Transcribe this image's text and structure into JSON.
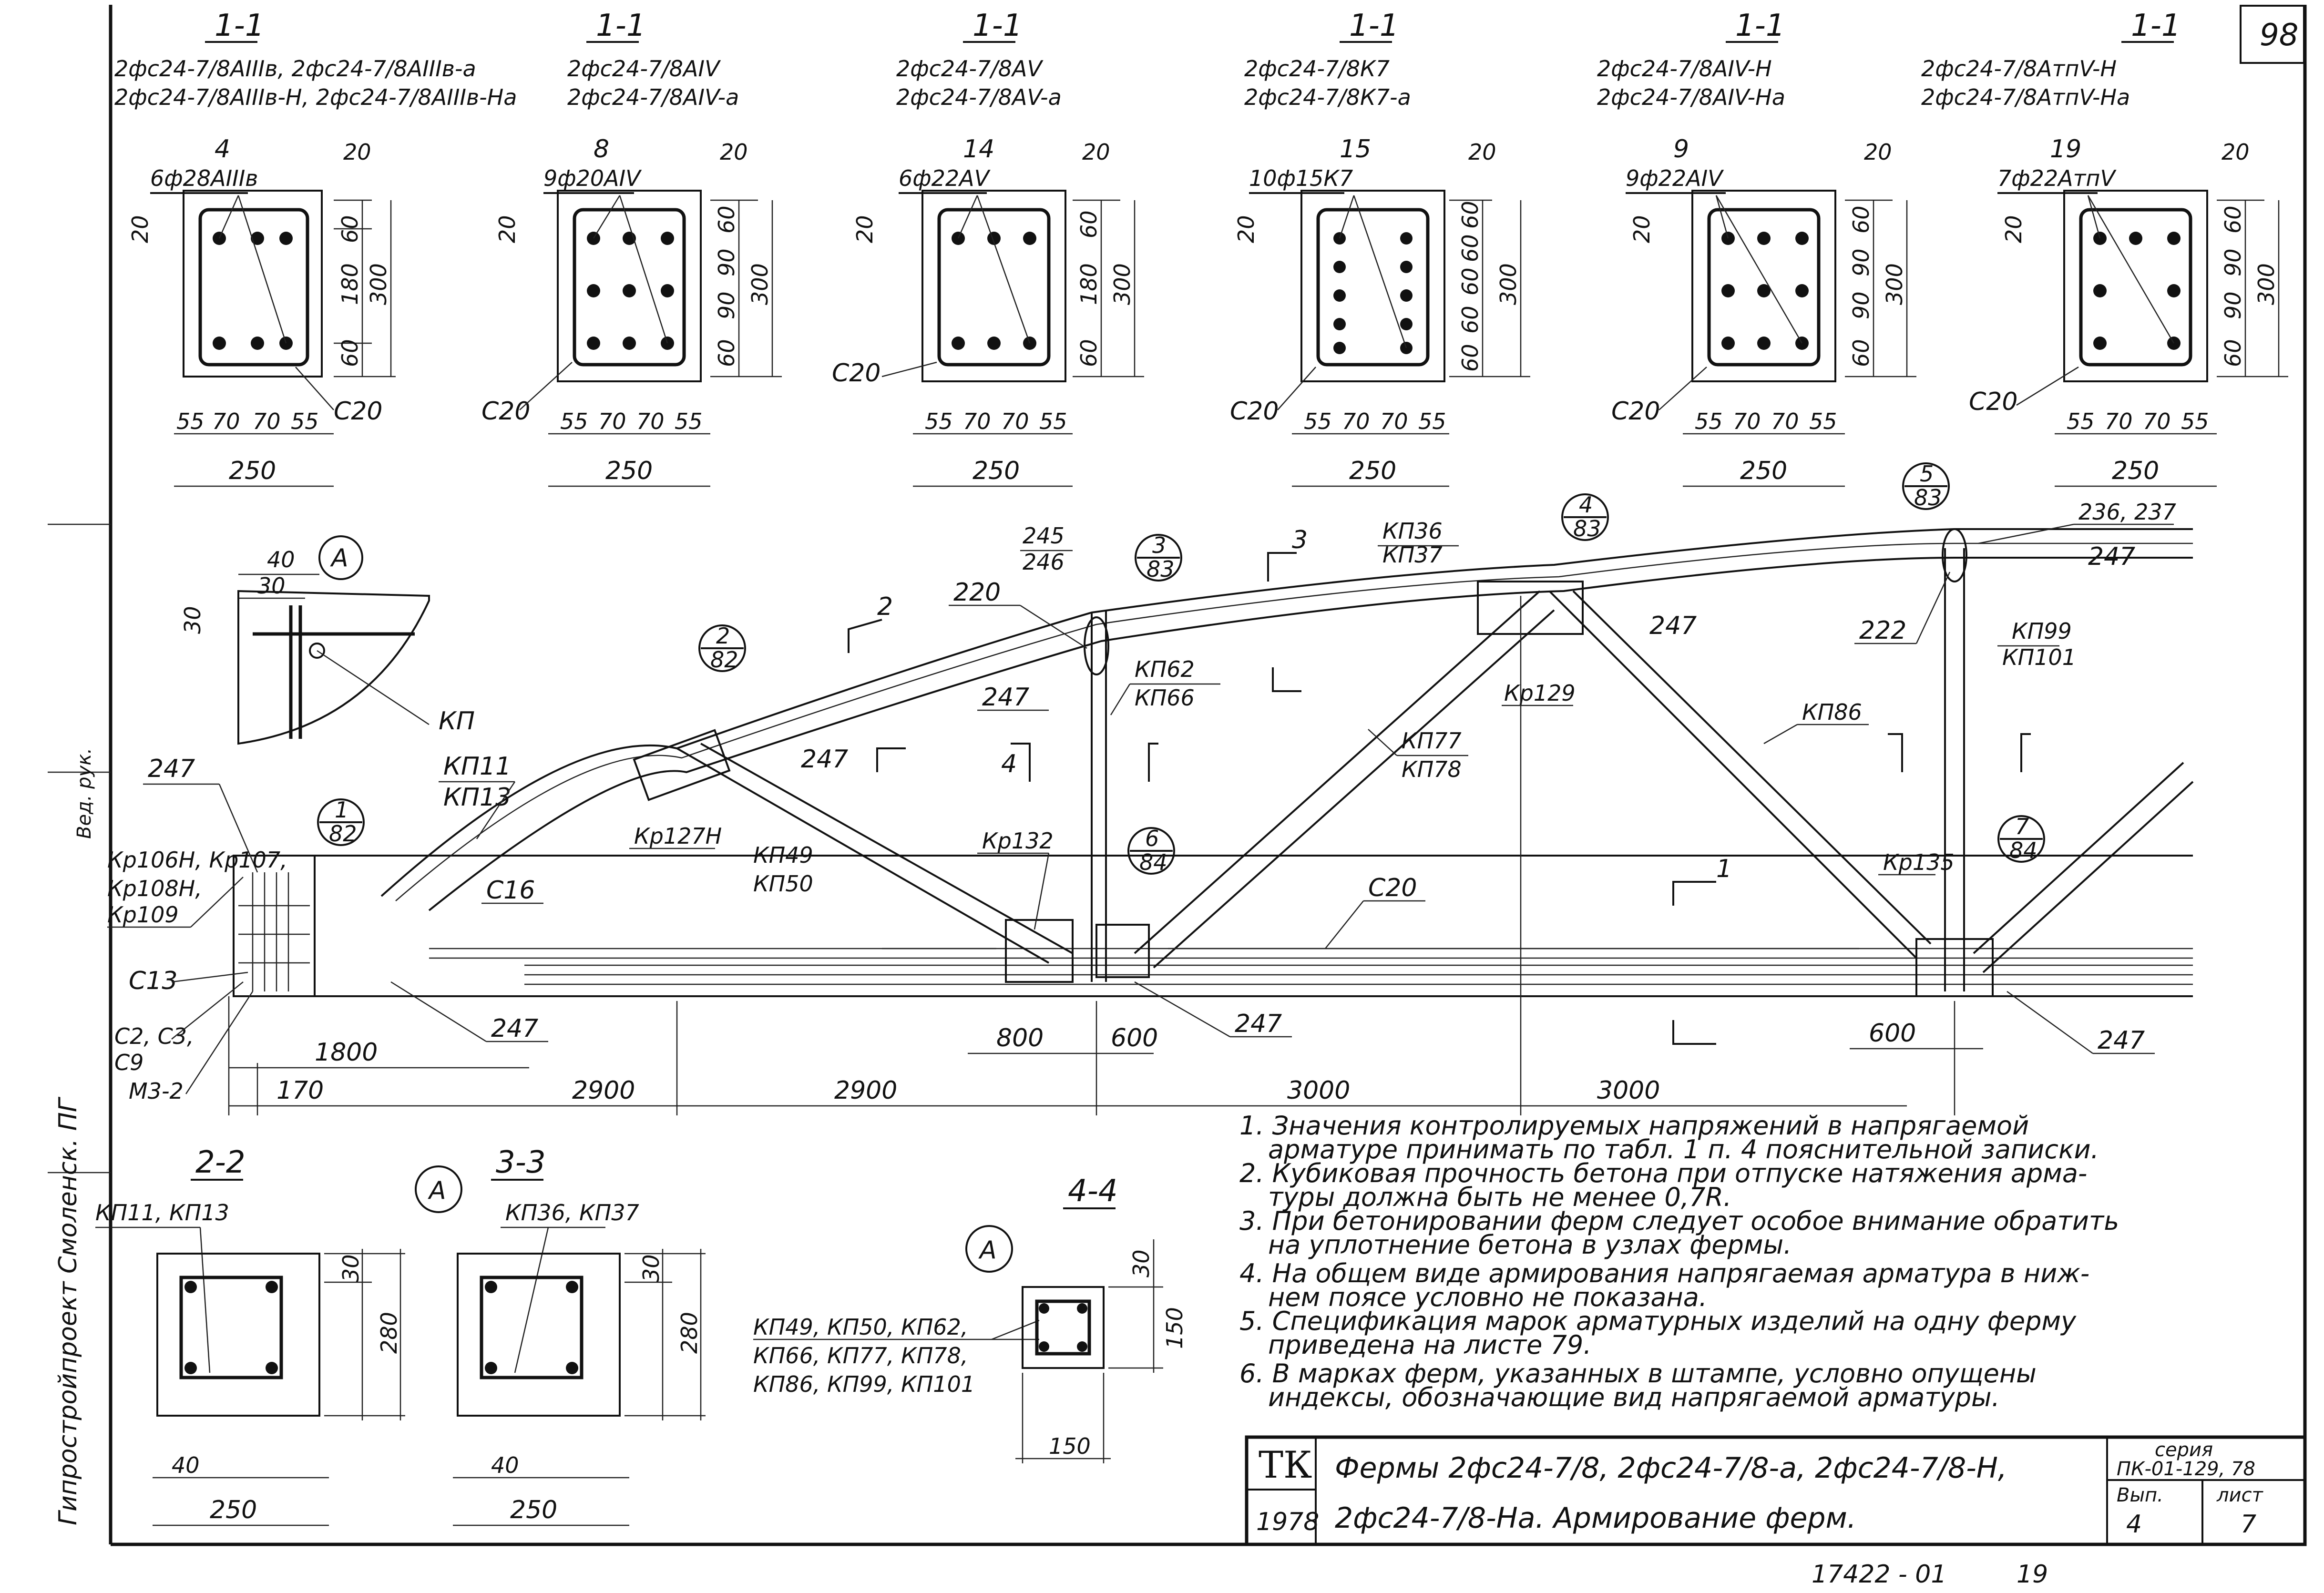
{
  "sheet": {
    "page_number": "98",
    "bottom_code": "17422 - 01",
    "bottom_page": "19",
    "side_text": "Гипростройпроект  Смоленск. ПГ",
    "side_signature": "Вед. рук."
  },
  "sections_1_1": [
    {
      "heading": "1-1",
      "marks_line1": "2фс24-7/8АIIIв, 2фс24-7/8АIIIв-а",
      "marks_line2": "2фс24-7/8АIIIв-Н, 2фс24-7/8АIIIв-На",
      "pos_no": "4",
      "bars": "6ф28АIIIв",
      "dims_vertical": [
        "60",
        "180",
        "60"
      ],
      "dim_total_v": "300",
      "dims_horizontal": [
        "55",
        "70",
        "70",
        "55"
      ],
      "width": "250",
      "cover": "20",
      "side_cover": "20",
      "stirrup": "C20"
    },
    {
      "heading": "1-1",
      "marks_line1": "2фс24-7/8АIV",
      "marks_line2": "2фс24-7/8АIV-а",
      "pos_no": "8",
      "bars": "9ф20АIV",
      "dims_vertical": [
        "60",
        "90",
        "90",
        "60"
      ],
      "dim_total_v": "300",
      "dims_horizontal": [
        "55",
        "70",
        "70",
        "55"
      ],
      "width": "250",
      "cover": "20",
      "side_cover": "20",
      "stirrup": "C20"
    },
    {
      "heading": "1-1",
      "marks_line1": "2фс24-7/8АV",
      "marks_line2": "2фс24-7/8АV-а",
      "pos_no": "14",
      "bars": "6ф22АV",
      "dims_vertical": [
        "60",
        "180",
        "60"
      ],
      "dim_total_v": "300",
      "dims_horizontal": [
        "55",
        "70",
        "70",
        "55"
      ],
      "width": "250",
      "cover": "20",
      "side_cover": "20",
      "stirrup": "C20"
    },
    {
      "heading": "1-1",
      "marks_line1": "2фс24-7/8К7",
      "marks_line2": "2фс24-7/8К7-а",
      "pos_no": "15",
      "bars": "10ф15К7",
      "dims_vertical": [
        "60",
        "60",
        "60",
        "60",
        "60"
      ],
      "dim_total_v": "300",
      "dims_horizontal": [
        "55",
        "70",
        "70",
        "55"
      ],
      "width": "250",
      "cover": "20",
      "side_cover": "20",
      "stirrup": "C20"
    },
    {
      "heading": "1-1",
      "marks_line1": "2фс24-7/8АIV-Н",
      "marks_line2": "2фс24-7/8АIV-На",
      "pos_no": "9",
      "bars": "9ф22АIV",
      "dims_vertical": [
        "60",
        "90",
        "90",
        "60"
      ],
      "dim_total_v": "300",
      "dims_horizontal": [
        "55",
        "70",
        "70",
        "55"
      ],
      "width": "250",
      "cover": "20",
      "side_cover": "20",
      "stirrup": "C20"
    },
    {
      "heading": "1-1",
      "marks_line1": "2фс24-7/8АтпV-Н",
      "marks_line2": "2фс24-7/8АтпV-На",
      "pos_no": "19",
      "bars": "7ф22АтпV",
      "dims_vertical": [
        "60",
        "90",
        "90",
        "60"
      ],
      "dim_total_v": "300",
      "dims_horizontal": [
        "55",
        "70",
        "70",
        "55"
      ],
      "width": "250",
      "cover": "20",
      "side_cover": "20",
      "stirrup": "C20"
    }
  ],
  "detail_A": {
    "circle_label": "A",
    "dim_40": "40",
    "dim_30h": "30",
    "dim_30v": "30",
    "leader": "КП"
  },
  "truss": {
    "node_refs": [
      {
        "num": "1",
        "sheet": "82"
      },
      {
        "num": "2",
        "sheet": "82"
      },
      {
        "num": "3",
        "sheet": "83"
      },
      {
        "num": "4",
        "sheet": "83"
      },
      {
        "num": "5",
        "sheet": "83"
      },
      {
        "num": "6",
        "sheet": "84"
      },
      {
        "num": "7",
        "sheet": "84"
      }
    ],
    "labels": {
      "n247a": "247",
      "kr106": "Кр106Н, Кр107,",
      "kr108": "Кр108Н,",
      "kr109": "Кр109",
      "c13": "C13",
      "c2": "C2, C3,",
      "c9": "C9",
      "m3": "М3-2",
      "kp11": "КП11",
      "kp13": "КП13",
      "c16": "C16",
      "kr127": "Кр127Н",
      "kp49": "КП49",
      "kp50": "КП50",
      "n247b": "247",
      "n220": "220",
      "n247c": "247",
      "n245": "245",
      "n246": "246",
      "kr132": "Кр132",
      "kp62": "КП62",
      "kp66": "КП66",
      "kp36": "КП36",
      "kp37": "КП37",
      "kr129": "Кр129",
      "kp77": "КП77",
      "kp78": "КП78",
      "n247d": "247",
      "c20": "C20",
      "n222": "222",
      "kp86": "КП86",
      "n236": "236, 237",
      "n247e": "247",
      "kp99": "КП99",
      "kp101": "КП101",
      "kr135": "Кр135",
      "n247f": "247",
      "n247g": "247",
      "n247h": "247"
    },
    "cuts": {
      "s1": "1",
      "s2": "2",
      "s3": "3",
      "s4": "4"
    },
    "dims": {
      "d1800": "1800",
      "d170": "170",
      "d2900a": "2900",
      "d2900b": "2900",
      "d3000a": "3000",
      "d3000b": "3000",
      "d800": "800",
      "d600a": "600",
      "d600b": "600"
    }
  },
  "bottom_sections": [
    {
      "heading": "2-2",
      "marks": "КП11, КП13",
      "dim_30": "30",
      "dim_280": "280",
      "dim_40": "40",
      "width": "250"
    },
    {
      "heading": "3-3",
      "marks": "КП36, КП37",
      "dim_30": "30",
      "dim_280": "280",
      "dim_40": "40",
      "width": "250"
    }
  ],
  "section_4_4": {
    "heading": "4-4",
    "marks_line1": "КП49, КП50, КП62,",
    "marks_line2": "КП66, КП77, КП78,",
    "marks_line3": "КП86, КП99, КП101",
    "dim_30": "30",
    "dim_150v": "150",
    "dim_150h": "150"
  },
  "detail_A_circles": [
    "A",
    "A"
  ],
  "notes": [
    "1. Значения контролируемых напряжений в напрягаемой",
    "арматуре принимать по табл. 1 п. 4 пояснительной записки.",
    "2. Кубиковая прочность бетона при отпуске натяжения арма-",
    "туры должна быть не менее 0,7R.",
    "3. При бетонировании ферм следует особое внимание обратить",
    "на уплотнение бетона в узлах фермы.",
    "4. На общем виде армирования напрягаемая арматура в ниж-",
    "нем поясе условно не показана.",
    "5. Спецификация марок арматурных изделий на одну ферму",
    "приведена на листе 79.",
    "6. В марках ферм, указанных в штампе, условно опущены",
    "индексы, обозначающие вид напрягаемой арматуры."
  ],
  "title_block": {
    "tk": "ТК",
    "year": "1978",
    "title_line1": "Фермы 2фс24-7/8, 2фс24-7/8-а, 2фс24-7/8-Н,",
    "title_line2": "2фс24-7/8-На.   Армирование ферм.",
    "series_label": "серия",
    "series_value": "ПК-01-129, 78",
    "issue_label": "Вып.",
    "sheet_label": "лист",
    "issue_value": "4",
    "sheet_value": "7"
  }
}
